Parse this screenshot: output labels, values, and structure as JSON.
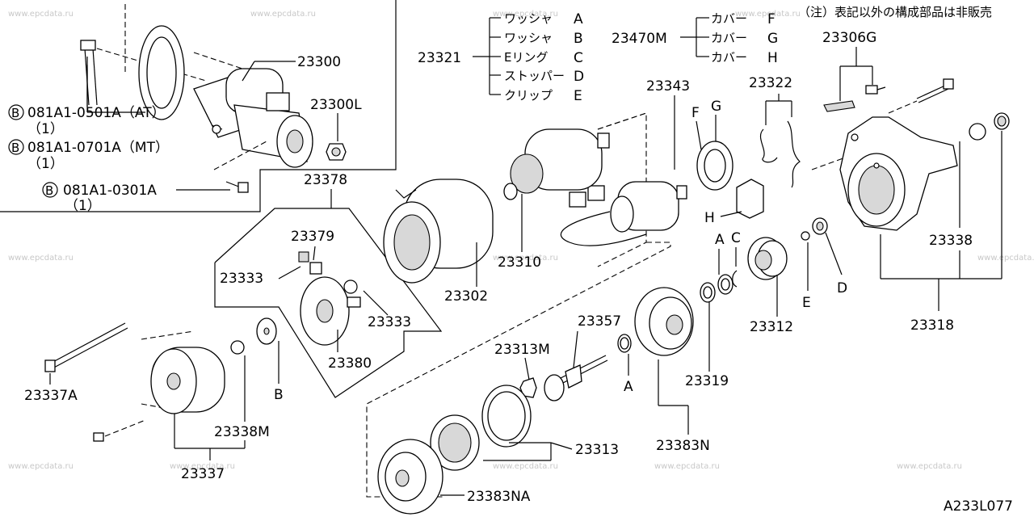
{
  "watermark": "www.epcdata.ru",
  "note": "（注）表記以外の構成部品は非販売",
  "diagram_code": "A233L077",
  "callouts": {
    "c23300": "23300",
    "c23300L": "23300L",
    "c23321": "23321",
    "c23470M": "23470M",
    "c23306G": "23306G",
    "c23343": "23343",
    "c23322": "23322",
    "c23378": "23378",
    "c23379": "23379",
    "c23333a": "23333",
    "c23333b": "23333",
    "c23380": "23380",
    "c23302": "23302",
    "c23310": "23310",
    "c23357": "23357",
    "c23313M": "23313M",
    "c23313": "23313",
    "c23319": "23319",
    "c23383N": "23383N",
    "c23383NA": "23383NA",
    "c23312": "23312",
    "c23338": "23338",
    "c23318": "23318",
    "c23337A": "23337A",
    "c23338M": "23338M",
    "c23337": "23337"
  },
  "bolts": [
    {
      "badge": "B",
      "part": "081A1-0501A（AT）",
      "qty": "（1）"
    },
    {
      "badge": "B",
      "part": "081A1-0701A（MT）",
      "qty": "（1）"
    },
    {
      "badge": "B",
      "part": "081A1-0301A",
      "qty": "（1）"
    }
  ],
  "kit_23321": [
    {
      "name": "ワッシャ",
      "letter": "A"
    },
    {
      "name": "ワッシャ",
      "letter": "B"
    },
    {
      "name": "Eリング",
      "letter": "C"
    },
    {
      "name": "ストッパー",
      "letter": "D"
    },
    {
      "name": "クリップ",
      "letter": "E"
    }
  ],
  "kit_23470M": [
    {
      "name": "カバー",
      "letter": "F"
    },
    {
      "name": "カバー",
      "letter": "G"
    },
    {
      "name": "カバー",
      "letter": "H"
    }
  ],
  "letters": {
    "F": "F",
    "G": "G",
    "H": "H",
    "A1": "A",
    "C1": "C",
    "A2": "A",
    "B1": "B",
    "D1": "D",
    "E1": "E"
  }
}
